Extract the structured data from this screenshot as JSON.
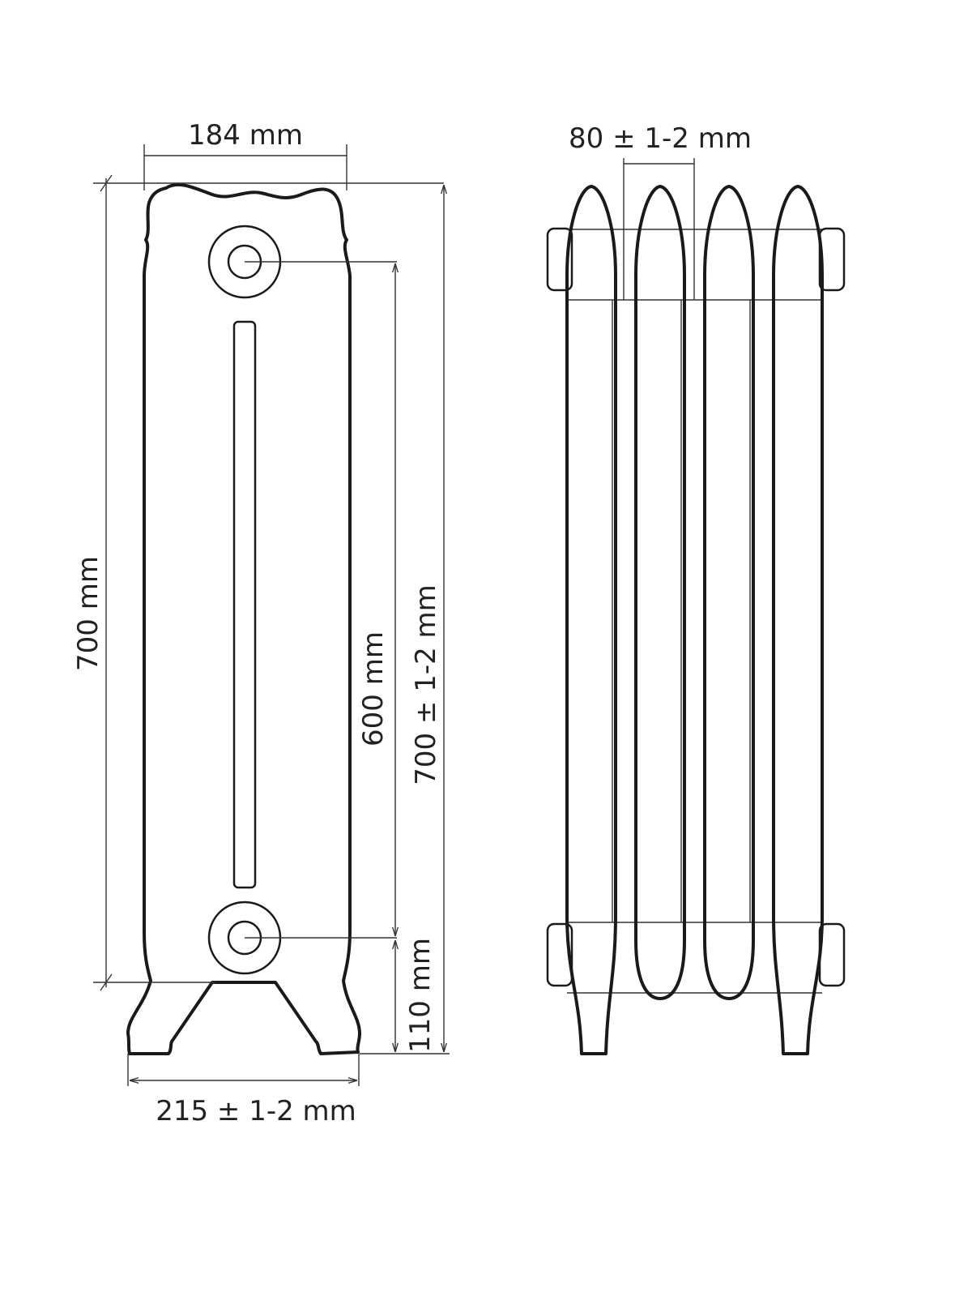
{
  "front_view": {
    "width_top": "184 mm",
    "height_total_left": "700 mm",
    "axis_distance": "600 mm",
    "height_total_right": "700  ± 1-2 mm",
    "foot_height": "110 mm",
    "width_bottom": "215 ± 1-2 mm"
  },
  "side_view": {
    "section_pitch": "80 ± 1-2 mm",
    "section_count": 4
  },
  "colors": {
    "line": "#1a1a1a",
    "background": "#ffffff"
  }
}
